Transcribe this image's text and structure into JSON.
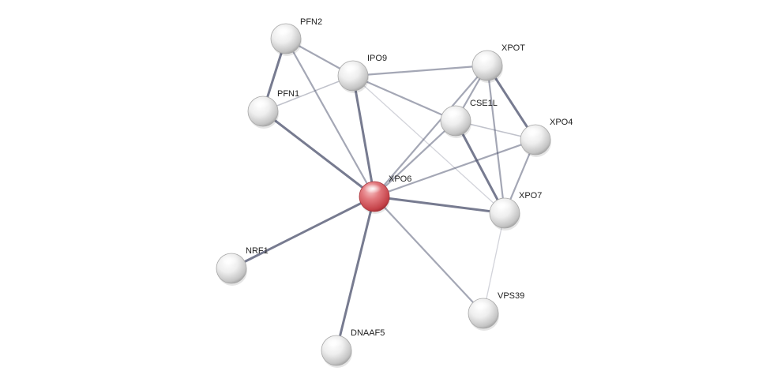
{
  "network": {
    "nodes": [
      {
        "id": "XPO6",
        "label": "XPO6",
        "query": true
      },
      {
        "id": "PFN2",
        "label": "PFN2"
      },
      {
        "id": "PFN1",
        "label": "PFN1"
      },
      {
        "id": "IPO9",
        "label": "IPO9"
      },
      {
        "id": "XPOT",
        "label": "XPOT"
      },
      {
        "id": "CSE1L",
        "label": "CSE1L"
      },
      {
        "id": "XPO4",
        "label": "XPO4"
      },
      {
        "id": "XPO7",
        "label": "XPO7"
      },
      {
        "id": "NRF1",
        "label": "NRF1"
      },
      {
        "id": "DNAAF5",
        "label": "DNAAF5"
      },
      {
        "id": "VPS39",
        "label": "VPS39"
      }
    ],
    "edges": [
      {
        "source": "PFN2",
        "target": "PFN1",
        "strength": "strong"
      },
      {
        "source": "PFN2",
        "target": "IPO9",
        "strength": "medium"
      },
      {
        "source": "PFN2",
        "target": "XPO6",
        "strength": "medium"
      },
      {
        "source": "PFN1",
        "target": "IPO9",
        "strength": "light"
      },
      {
        "source": "PFN1",
        "target": "XPO6",
        "strength": "strong"
      },
      {
        "source": "IPO9",
        "target": "XPO6",
        "strength": "strong"
      },
      {
        "source": "IPO9",
        "target": "XPOT",
        "strength": "medium"
      },
      {
        "source": "IPO9",
        "target": "CSE1L",
        "strength": "medium"
      },
      {
        "source": "IPO9",
        "target": "XPO7",
        "strength": "faint"
      },
      {
        "source": "XPOT",
        "target": "CSE1L",
        "strength": "medium"
      },
      {
        "source": "XPOT",
        "target": "XPO4",
        "strength": "strong"
      },
      {
        "source": "XPOT",
        "target": "XPO7",
        "strength": "medium"
      },
      {
        "source": "XPOT",
        "target": "XPO6",
        "strength": "medium"
      },
      {
        "source": "CSE1L",
        "target": "XPO4",
        "strength": "light"
      },
      {
        "source": "CSE1L",
        "target": "XPO7",
        "strength": "strong"
      },
      {
        "source": "CSE1L",
        "target": "XPO6",
        "strength": "medium"
      },
      {
        "source": "XPO4",
        "target": "XPO7",
        "strength": "medium"
      },
      {
        "source": "XPO4",
        "target": "XPO6",
        "strength": "medium"
      },
      {
        "source": "XPO7",
        "target": "XPO6",
        "strength": "strong"
      },
      {
        "source": "XPO7",
        "target": "VPS39",
        "strength": "faint"
      },
      {
        "source": "XPO6",
        "target": "NRF1",
        "strength": "strong"
      },
      {
        "source": "XPO6",
        "target": "DNAAF5",
        "strength": "strong"
      },
      {
        "source": "XPO6",
        "target": "VPS39",
        "strength": "medium"
      }
    ],
    "colors": {
      "query_node": "#d9545a",
      "node": "#e6e6e6",
      "edge": "#4a4f6b",
      "background": "#ffffff"
    }
  }
}
